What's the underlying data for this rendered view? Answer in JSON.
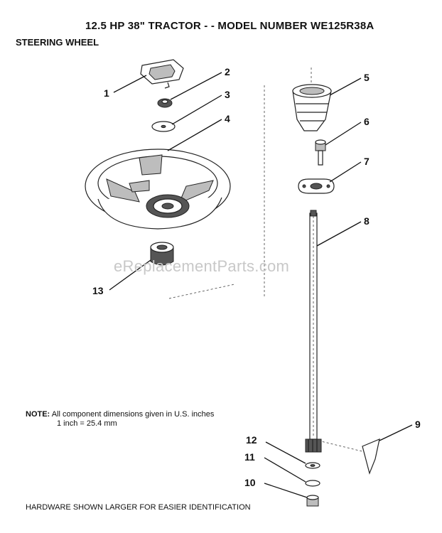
{
  "header": {
    "title": "12.5 HP 38\" TRACTOR - - MODEL NUMBER WE125R38A",
    "subtitle": "STEERING WHEEL"
  },
  "watermark": "eReplacementParts.com",
  "note": {
    "label": "NOTE:",
    "line1": "All component dimensions given in U.S. inches",
    "line2": "1 inch = 25.4 mm"
  },
  "footer": "HARDWARE SHOWN LARGER FOR EASIER IDENTIFICATION",
  "callouts": {
    "c1": "1",
    "c2": "2",
    "c3": "3",
    "c4": "4",
    "c5": "5",
    "c6": "6",
    "c7": "7",
    "c8": "8",
    "c9": "9",
    "c10": "10",
    "c11": "11",
    "c12": "12",
    "c13": "13"
  }
}
